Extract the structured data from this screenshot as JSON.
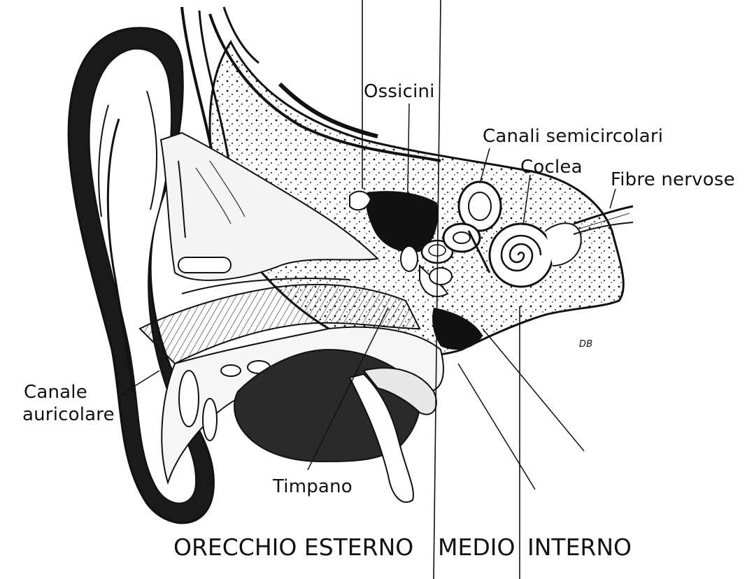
{
  "labels": {
    "ossicini": "Ossicini",
    "canali": "Canali semicircolari",
    "coclea": "Coclea",
    "fibre": "Fibre nervose",
    "canale_line1": "Canale",
    "canale_line2": "auricolare",
    "timpano": "Timpano",
    "signature": "DB"
  },
  "sections": {
    "esterno": "ORECCHIO ESTERNO",
    "medio": "MEDIO",
    "interno": "INTERNO"
  },
  "colors": {
    "ink": "#111111",
    "paper": "#ffffff"
  }
}
